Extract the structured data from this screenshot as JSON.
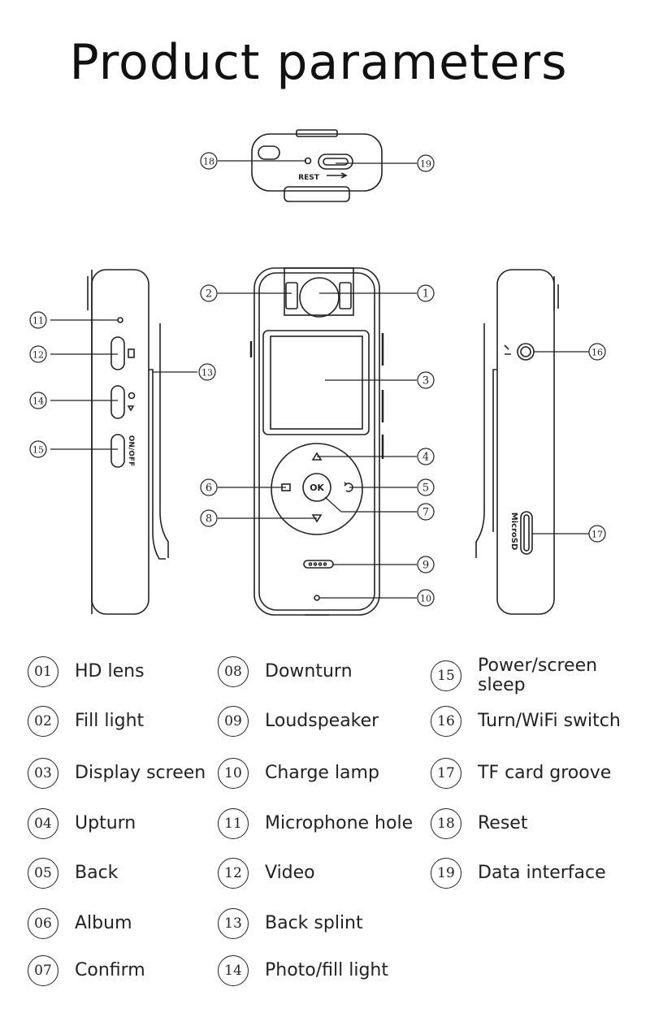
{
  "title": "Product parameters",
  "device_text": {
    "rest": "REST",
    "ok": "OK",
    "onoff": "ON/OFF",
    "microsd": "MicroSD"
  },
  "callouts": [
    "1",
    "2",
    "3",
    "4",
    "5",
    "6",
    "7",
    "8",
    "9",
    "10",
    "11",
    "12",
    "13",
    "14",
    "15",
    "16",
    "17",
    "18",
    "19"
  ],
  "legend": [
    {
      "num": "01",
      "label": "HD lens"
    },
    {
      "num": "02",
      "label": "Fill light"
    },
    {
      "num": "03",
      "label": "Display screen"
    },
    {
      "num": "04",
      "label": "Upturn"
    },
    {
      "num": "05",
      "label": "Back"
    },
    {
      "num": "06",
      "label": "Album"
    },
    {
      "num": "07",
      "label": "Confirm"
    },
    {
      "num": "08",
      "label": "Downturn"
    },
    {
      "num": "09",
      "label": "Loudspeaker"
    },
    {
      "num": "10",
      "label": "Charge lamp"
    },
    {
      "num": "11",
      "label": "Microphone hole"
    },
    {
      "num": "12",
      "label": "Video"
    },
    {
      "num": "13",
      "label": "Back splint"
    },
    {
      "num": "14",
      "label": "Photo/fill light"
    },
    {
      "num": "15",
      "label": "Power/screen sleep"
    },
    {
      "num": "16",
      "label": "Turn/WiFi switch"
    },
    {
      "num": "17",
      "label": "TF card groove"
    },
    {
      "num": "18",
      "label": "Reset"
    },
    {
      "num": "19",
      "label": "Data interface"
    }
  ]
}
